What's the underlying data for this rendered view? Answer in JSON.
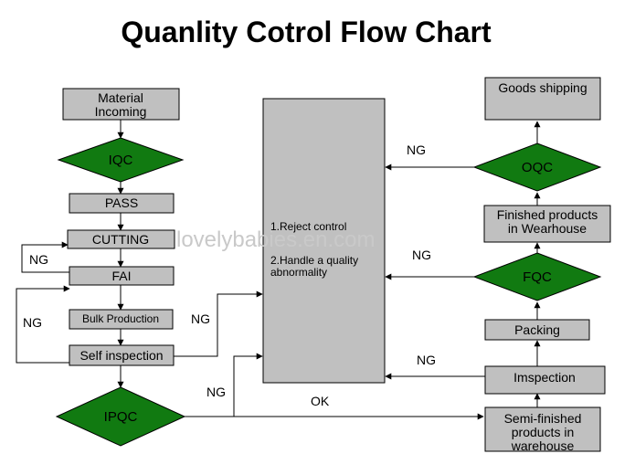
{
  "title": "Quanlity Cotrol Flow Chart",
  "watermark": "lovelybabies.en.com",
  "nodes": {
    "material_incoming": [
      "Material",
      "Incoming"
    ],
    "iqc": "IQC",
    "pass": "PASS",
    "cutting": "CUTTING",
    "fai": "FAI",
    "bulk_production": "Bulk Production",
    "self_inspection": "Self inspection",
    "ipqc": "IPQC",
    "reject_control": [
      "1.Reject control",
      "2.Handle a quality",
      "abnormality"
    ],
    "goods_shipping": "Goods shipping",
    "oqc": "OQC",
    "finished_products": [
      "Finished products",
      "in Wearhouse"
    ],
    "fqc": "FQC",
    "packing": "Packing",
    "inspection": "Imspection",
    "semi_finished": [
      "Semi-finished",
      "products in",
      "warehouse"
    ]
  },
  "edge_labels": {
    "ng_cutting_loop": "NG",
    "ng_bulk_loop": "NG",
    "ng_self_inspection": "NG",
    "ng_ipqc": "NG",
    "ok_ipqc": "OK",
    "ng_oqc": "NG",
    "ng_fqc": "NG",
    "ng_inspection": "NG"
  }
}
